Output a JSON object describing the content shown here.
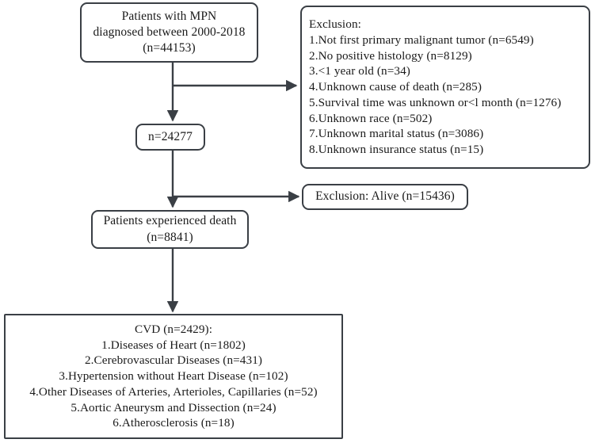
{
  "figure": {
    "type": "flowchart",
    "title": "Patient selection flow diagram (MPN cohort, SEER 2000-2018)",
    "orientation": "top-to-bottom",
    "accent_color": "#3a3f45",
    "background_color": "#ffffff"
  },
  "nodes": {
    "mpn_cohort": {
      "id": "node-mpn",
      "shape": "rounded-rectangle",
      "lines": [
        "Patients with MPN",
        "diagnosed between 2000-2018",
        "(n=44153)"
      ],
      "count": 44153
    },
    "exclusion_main": {
      "id": "node-exclusion",
      "shape": "rounded-rectangle",
      "heading": "Exclusion:",
      "items": [
        {
          "index": "1.",
          "label": "Not first primary malignant tumor",
          "n": "(n=6549)",
          "count": 6549,
          "text": "1.Not first primary malignant tumor (n=6549)"
        },
        {
          "index": "2.",
          "label": "No positive histology",
          "n": "(n=8129)",
          "count": 8129,
          "text": "2.No positive histology (n=8129)"
        },
        {
          "index": "3.",
          "label": "<1 year old",
          "n": "(n=34)",
          "count": 34,
          "text": "3.<1 year old (n=34)"
        },
        {
          "index": "4.",
          "label": "Unknown cause of death",
          "n": "(n=285)",
          "count": 285,
          "text": "4.Unknown cause of death (n=285)"
        },
        {
          "index": "5.",
          "label": "Survival time was unknown or<l month",
          "n": "(n=1276)",
          "count": 1276,
          "text": "5.Survival time was unknown or<l month (n=1276)"
        },
        {
          "index": "6.",
          "label": "Unknown race",
          "n": "(n=502)",
          "count": 502,
          "text": "6.Unknown race (n=502)"
        },
        {
          "index": "7.",
          "label": "Unknown marital status",
          "n": "(n=3086)",
          "count": 3086,
          "text": "7.Unknown marital status (n=3086)"
        },
        {
          "index": "8.",
          "label": "Unknown insurance status",
          "n": "(n=15)",
          "count": 15,
          "text": "8.Unknown insurance status (n=15)"
        }
      ]
    },
    "after_exclusion": {
      "id": "node-n24277",
      "shape": "rounded-rectangle",
      "lines": [
        "n=24277"
      ],
      "count": 24277
    },
    "exclusion_alive": {
      "id": "node-alive",
      "shape": "rounded-rectangle",
      "lines": [
        "Exclusion: Alive (n=15436)"
      ],
      "count": 15436
    },
    "death_cohort": {
      "id": "node-death",
      "shape": "rounded-rectangle",
      "lines": [
        "Patients experienced death",
        "(n=8841)"
      ],
      "count": 8841
    },
    "cvd_outcomes": {
      "id": "node-cvd",
      "shape": "rectangle",
      "heading": "CVD (n=2429):",
      "count": 2429,
      "items": [
        {
          "index": "1.",
          "label": "Diseases of Heart",
          "n": "(n=1802)",
          "count": 1802,
          "text": "1.Diseases of Heart (n=1802)"
        },
        {
          "index": "2.",
          "label": "Cerebrovascular Diseases",
          "n": "(n=431)",
          "count": 431,
          "text": "2.Cerebrovascular Diseases (n=431)"
        },
        {
          "index": "3.",
          "label": "Hypertension without Heart Disease",
          "n": "(n=102)",
          "count": 102,
          "text": "3.Hypertension without Heart Disease (n=102)"
        },
        {
          "index": "4.",
          "label": "Other Diseases of Arteries, Arterioles, Capillaries",
          "n": "(n=52)",
          "count": 52,
          "text": "4.Other Diseases of Arteries, Arterioles, Capillaries (n=52)"
        },
        {
          "index": "5.",
          "label": "Aortic Aneurysm and Dissection",
          "n": "(n=24)",
          "count": 24,
          "text": "5.Aortic Aneurysm and Dissection (n=24)"
        },
        {
          "index": "6.",
          "label": "Atherosclerosis",
          "n": "(n=18)",
          "count": 18,
          "text": "6.Atherosclerosis (n=18)"
        }
      ]
    }
  },
  "connectors": [
    {
      "name": "mpn-to-n24277",
      "from": "mpn_cohort",
      "to": "after_exclusion",
      "direction": "down",
      "arrowhead": true
    },
    {
      "name": "spine-to-exclusion",
      "from": "mpn_cohort",
      "to": "exclusion_main",
      "direction": "right",
      "arrowhead": true
    },
    {
      "name": "n24277-to-death",
      "from": "after_exclusion",
      "to": "death_cohort",
      "direction": "down",
      "arrowhead": true
    },
    {
      "name": "spine-to-alive",
      "from": "after_exclusion",
      "to": "exclusion_alive",
      "direction": "right",
      "arrowhead": true
    },
    {
      "name": "death-to-cvd",
      "from": "death_cohort",
      "to": "cvd_outcomes",
      "direction": "down",
      "arrowhead": true
    }
  ]
}
